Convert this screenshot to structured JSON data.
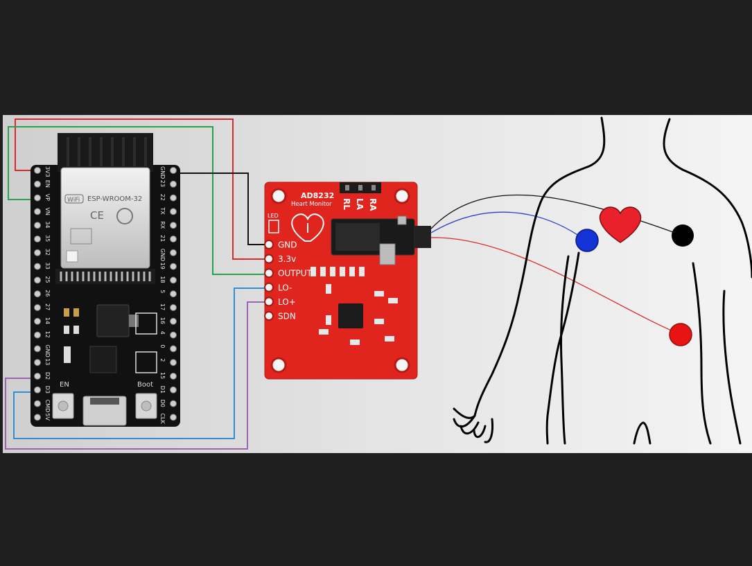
{
  "esp32": {
    "module_brand": "ESP-WROOM-32",
    "wifi_badge": "WiFi",
    "ce_mark": "CE",
    "pins_left": [
      "3V3",
      "EN",
      "VP",
      "VN",
      "34",
      "35",
      "32",
      "33",
      "25",
      "26",
      "27",
      "14",
      "12",
      "GND",
      "13",
      "D2",
      "D3",
      "CMD",
      "5V"
    ],
    "pins_right": [
      "GND",
      "23",
      "22",
      "TX",
      "RX",
      "21",
      "GND",
      "19",
      "18",
      "5",
      "17",
      "16",
      "4",
      "0",
      "2",
      "15",
      "D1",
      "D0",
      "CLK"
    ],
    "button_en": "EN",
    "button_boot": "Boot"
  },
  "ad8232": {
    "chip": "AD8232",
    "subtitle": "Heart Monitor",
    "led_label": "LED",
    "electrodes": [
      "RL",
      "LA",
      "RA"
    ],
    "pins": [
      "GND",
      "3.3v",
      "OUTPUT",
      "LO-",
      "LO+",
      "SDN"
    ]
  },
  "colors": {
    "background": "#1f1f1f",
    "panel": "#e8e8e8",
    "board_red": "#e0251f",
    "esp_black": "#111111",
    "wire_red": "#d92b2b",
    "wire_green": "#27a24d",
    "wire_black": "#111111",
    "wire_blue": "#2e8fd6",
    "wire_purple": "#9b62b5",
    "electrode_blue": "#1433d6",
    "electrode_black": "#000000",
    "electrode_red": "#e81414",
    "heart": "#e8212b"
  },
  "icons": [
    "heart-icon",
    "wifi-icon",
    "ce-mark-icon"
  ]
}
